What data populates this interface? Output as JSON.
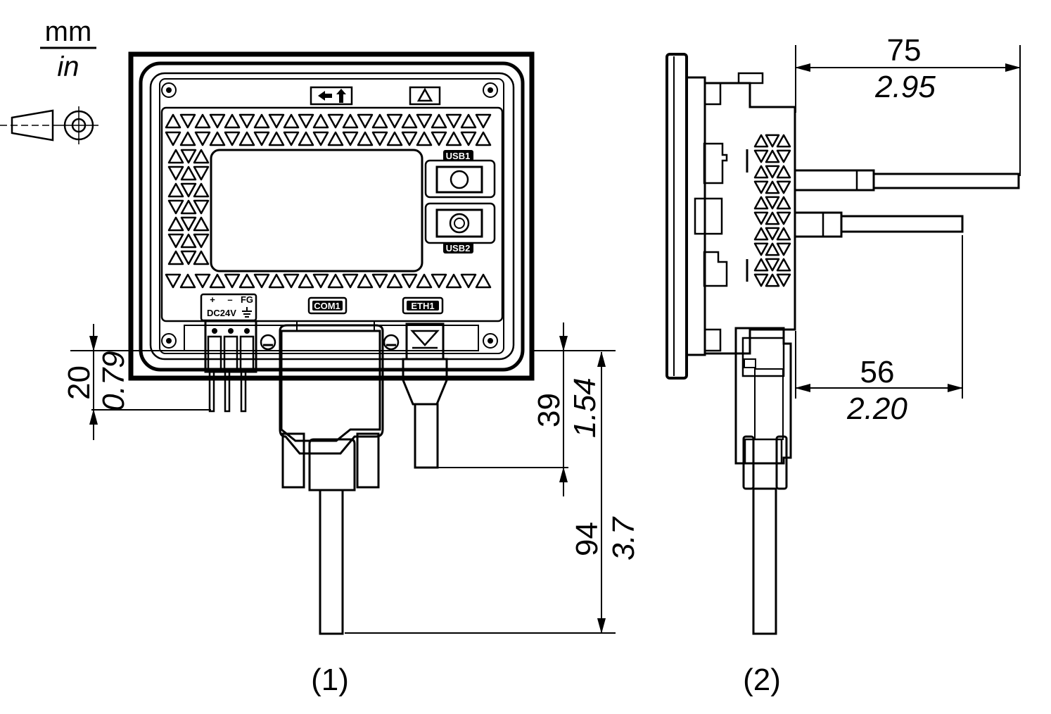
{
  "units": {
    "primary": "mm",
    "secondary": "in"
  },
  "front_view": {
    "caption": "(1)",
    "port_labels": {
      "usb1": "USB1",
      "usb2": "USB2",
      "com1": "COM1",
      "eth1": "ETH1",
      "power": "DC24V",
      "fg": "FG",
      "plus": "+",
      "minus": "–"
    },
    "dimensions": [
      {
        "mm": "20",
        "in": "0.79"
      },
      {
        "mm": "39",
        "in": "1.54"
      },
      {
        "mm": "94",
        "in": "3.7"
      }
    ]
  },
  "side_view": {
    "caption": "(2)",
    "dimensions": [
      {
        "mm": "75",
        "in": "2.95"
      },
      {
        "mm": "56",
        "in": "2.20"
      }
    ]
  },
  "colors": {
    "line": "#000000",
    "background": "#ffffff"
  }
}
